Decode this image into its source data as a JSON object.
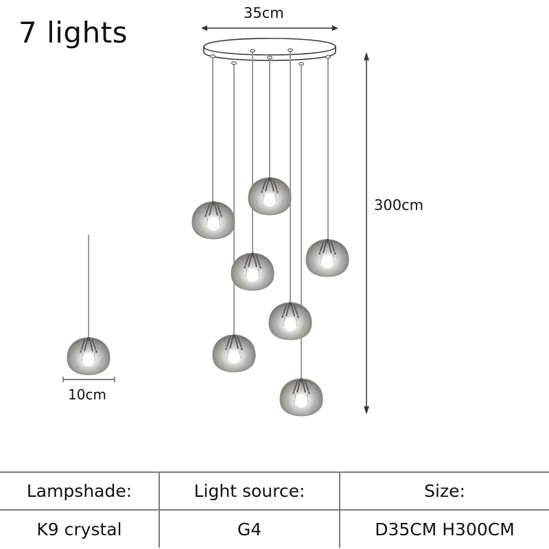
{
  "title": "7 lights",
  "dimensions": {
    "canopy_width": "35cm",
    "drop_height": "300cm",
    "shade_width": "10cm"
  },
  "diagram": {
    "light_count": 7,
    "cable_color": "#9a9a9a",
    "arrow_color": "#3a3a3a",
    "canopy_stroke": "#333333"
  },
  "specs": {
    "headers": [
      "Lampshade:",
      "Light source:",
      "Size:"
    ],
    "values": [
      "K9 crystal",
      "G4",
      "D35CM H300CM"
    ]
  }
}
